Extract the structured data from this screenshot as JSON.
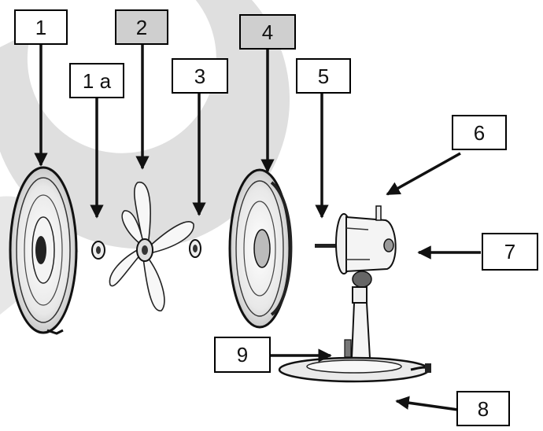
{
  "diagram": {
    "callouts": [
      {
        "id": "1",
        "text": "1"
      },
      {
        "id": "1a",
        "text": "1 a"
      },
      {
        "id": "2",
        "text": "2"
      },
      {
        "id": "3",
        "text": "3"
      },
      {
        "id": "4",
        "text": "4"
      },
      {
        "id": "5",
        "text": "5"
      },
      {
        "id": "6",
        "text": "6"
      },
      {
        "id": "7",
        "text": "7"
      },
      {
        "id": "8",
        "text": "8"
      },
      {
        "id": "9",
        "text": "9"
      }
    ],
    "colors": {
      "ink": "#111111",
      "watermark": "#d9d9d9",
      "box_shade": "#cfcfcf"
    }
  }
}
